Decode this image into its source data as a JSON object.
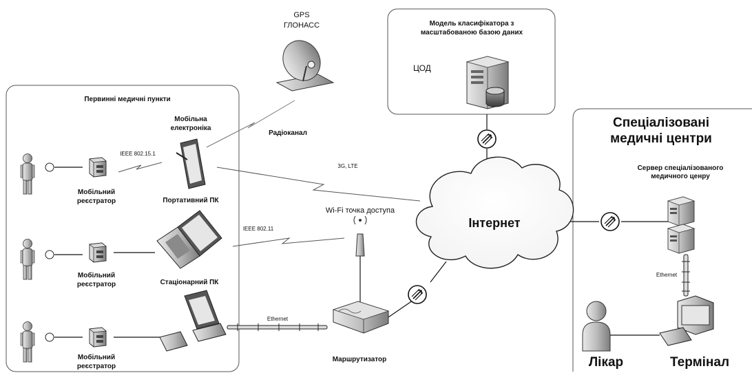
{
  "satellite": {
    "line1": "GPS",
    "line2": "ГЛОНАСС"
  },
  "radio_channel": "Радіоканал",
  "dc": {
    "title_line1": "Модель класифікатора з",
    "title_line2": "масштабованою базою даних",
    "label": "ЦОД"
  },
  "primary": {
    "title": "Первинні медичні пункти",
    "mobile_electronics_line1": "Мобільна",
    "mobile_electronics_line2": "електроніка",
    "ieee_15": "IEEE 802.15.1",
    "portable_pc": "Портативний ПК",
    "ieee_11": "IEEE 802.11",
    "stationary_pc": "Стаціонарний ПК",
    "recorder_line1": "Мобільний",
    "recorder_line2": "реєстратор"
  },
  "links": {
    "g3": "3G, LTE",
    "wifi": "Wi-Fi точка доступа",
    "ethernet": "Ethernet"
  },
  "internet": "Інтернет",
  "router": "Маршрутизатор",
  "specialized": {
    "title_line1": "Спеціалізовані",
    "title_line2": "медичні центри",
    "server_line1": "Сервер спеціалізованого",
    "server_line2": "медичного ценру",
    "ethernet": "Ethernet",
    "doctor": "Лікар",
    "terminal": "Термінал"
  }
}
